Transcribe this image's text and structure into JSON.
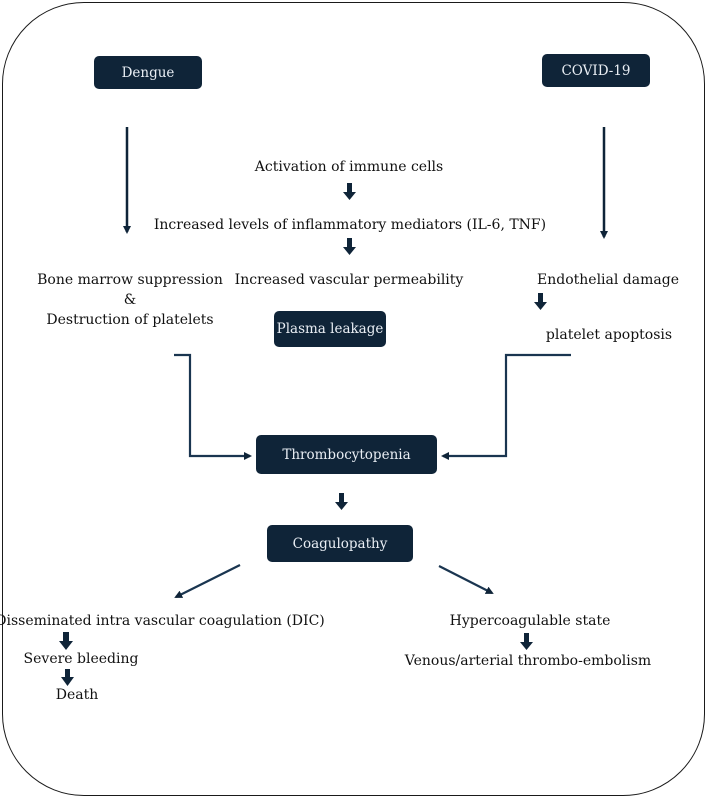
{
  "nodes": {
    "dengue": "Dengue",
    "covid": "COVID-19",
    "activation": "Activation of immune cells",
    "inflammatory": "Increased levels of inflammatory mediators (IL-6, TNF)",
    "bone_marrow": "Bone marrow suppression",
    "ampersand": "&",
    "destruction": "Destruction of platelets",
    "vascular": "Increased vascular permeability",
    "plasma": "Plasma leakage",
    "endothelial": "Endothelial damage",
    "apoptosis": "platelet apoptosis",
    "thrombocytopenia": "Thrombocytopenia",
    "coagulopathy": "Coagulopathy",
    "dic": "Disseminated intra vascular coagulation (DIC)",
    "severe_bleeding": "Severe bleeding",
    "death": "Death",
    "hypercoagulable": "Hypercoagulable state",
    "thromboembolism": "Venous/arterial thrombo-embolism"
  },
  "colors": {
    "box_fill": "#0f2438",
    "box_text": "#e9eef4",
    "arrow": "#0f2438",
    "line": "#1a3550"
  }
}
